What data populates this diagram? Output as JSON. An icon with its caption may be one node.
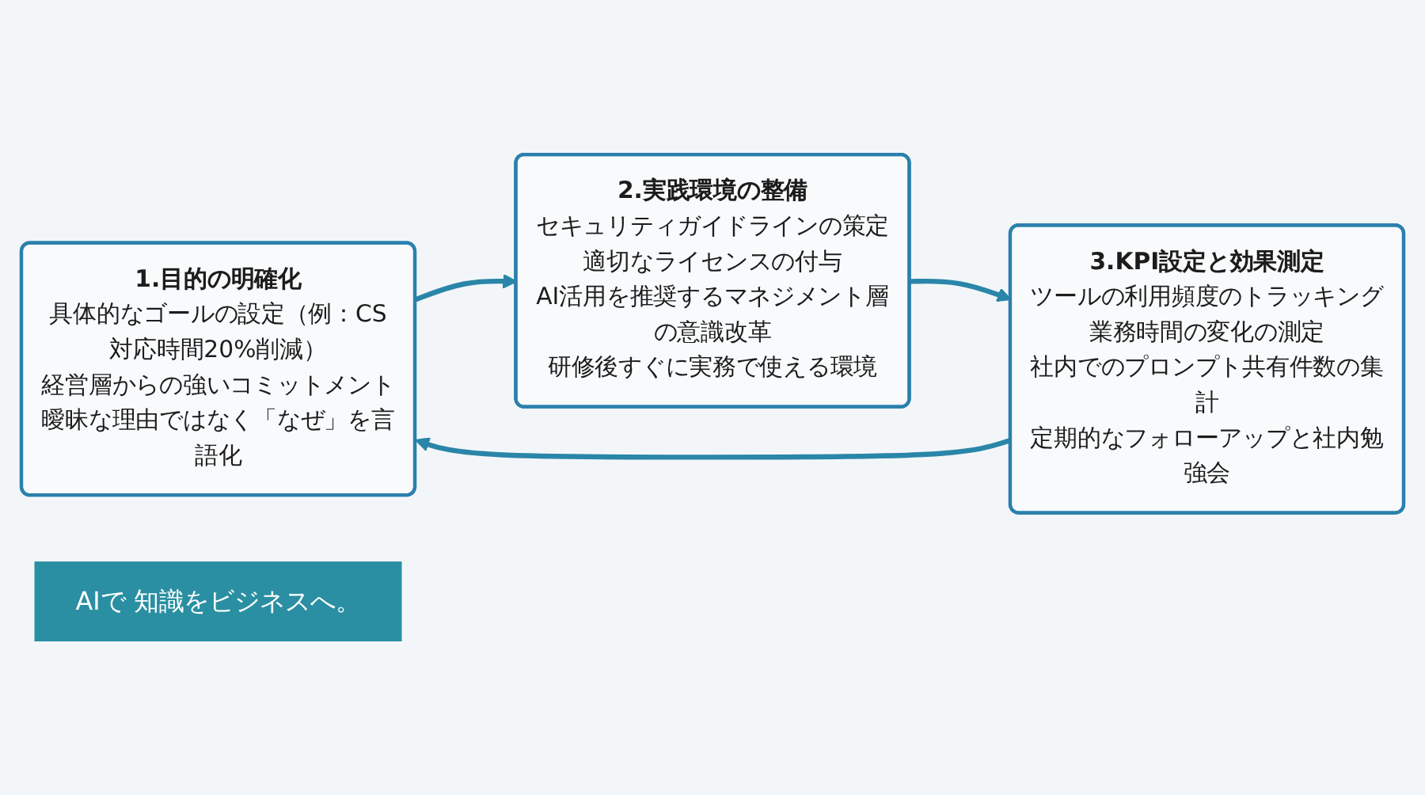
{
  "diagram": {
    "nodes": [
      {
        "text": [
          "1.目的の明確化",
          "具体的なゴールの設定（例：CS対応時間20%削減）",
          "経営層からの強いコミットメント",
          "曖昧な理由ではなく「なぜ」を言語化"
        ]
      },
      {
        "text": [
          "2.実践環境の整備",
          "セキュリティガイドラインの策定",
          "適切なライセンスの付与",
          "AI活用を推奨するマネジメント層の意識改革",
          "研修後すぐに実務で使える環境"
        ]
      },
      {
        "text": [
          "3.KPI設定と効果測定",
          "ツールの利用頻度のトラッキング",
          "業務時間の変化の測定",
          "社内でのプロンプト共有件数の集計",
          "定期的なフォローアップと社内勉強会"
        ]
      },
      {
        "text": [
          "AIで 知識をビジネスへ。"
        ]
      }
    ],
    "edges": [
      {
        "from": 0,
        "to": 1,
        "arrow": "to"
      },
      {
        "from": 1,
        "to": 2,
        "arrow": "to"
      },
      {
        "from": 2,
        "to": 0,
        "arrow": "to"
      }
    ]
  }
}
